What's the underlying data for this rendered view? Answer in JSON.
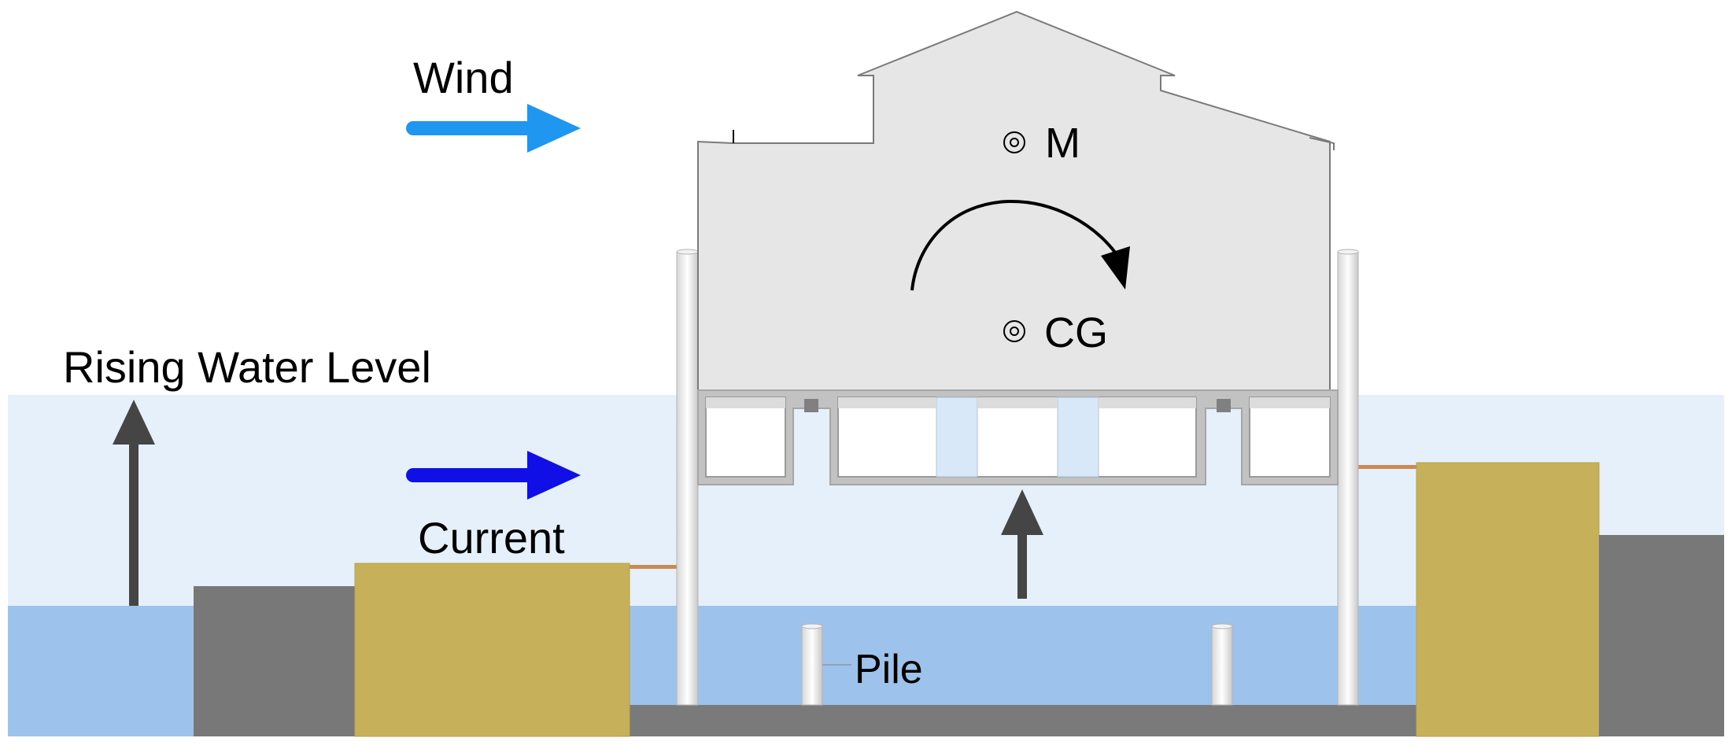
{
  "labels": {
    "wind": "Wind",
    "rising_water": "Rising Water Level",
    "current": "Current",
    "pile": "Pile",
    "metacenter": "M",
    "center_of_gravity": "CG"
  },
  "colors": {
    "raised_water": "#e6f0fb",
    "base_water": "#9dc3ec",
    "ground": "#7a7a7a",
    "dark_block": "#787878",
    "sand_block": "#c6b15a",
    "house": "#e6e6e6",
    "wind_arrow": "#1f97f0",
    "current_arrow": "#1010e6",
    "force_arrow": "#454545",
    "mooring_line": "#c98a55"
  }
}
